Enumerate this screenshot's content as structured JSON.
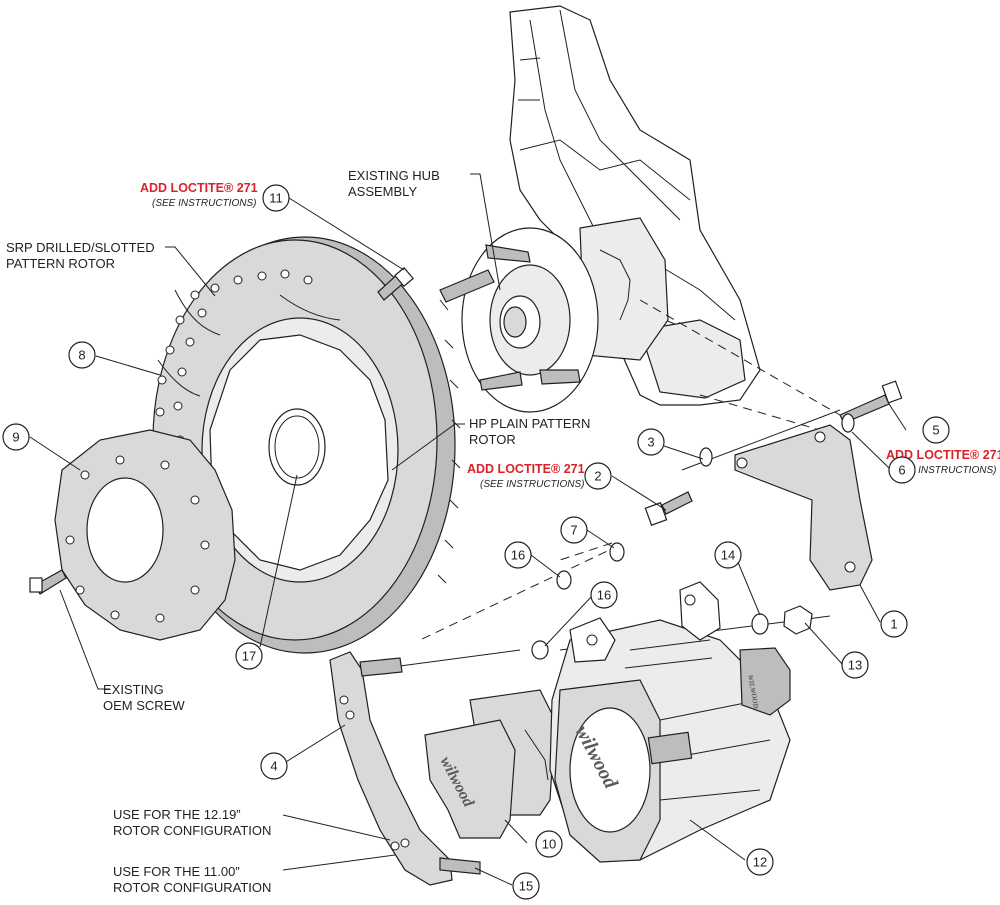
{
  "labels": {
    "loctite_11": "ADD LOCTITE® 271",
    "loctite_11_note": "(SEE INSTRUCTIONS)",
    "loctite_2": "ADD LOCTITE® 271",
    "loctite_2_note": "(SEE INSTRUCTIONS)",
    "loctite_5": "ADD LOCTITE® 271",
    "loctite_5_note": "(SEE INSTRUCTIONS)",
    "hub_line1": "EXISTING HUB",
    "hub_line2": "ASSEMBLY",
    "srp_line1": "SRP DRILLED/SLOTTED",
    "srp_line2": "PATTERN ROTOR",
    "hp_line1": "HP PLAIN PATTERN",
    "hp_line2": "ROTOR",
    "oem_line1": "EXISTING",
    "oem_line2": "OEM SCREW",
    "use1219_line1": "USE FOR THE 12.19”",
    "use1219_line2": "ROTOR CONFIGURATION",
    "use1100_line1": "USE FOR THE 11.00”",
    "use1100_line2": "ROTOR CONFIGURATION"
  },
  "callouts": [
    "1",
    "2",
    "3",
    "4",
    "5",
    "6",
    "7",
    "8",
    "9",
    "10",
    "11",
    "12",
    "13",
    "14",
    "15",
    "16",
    "16",
    "17"
  ],
  "brand": {
    "caliper": "wilwood",
    "pad": "wilwood",
    "small": "WILWOOD"
  },
  "colors": {
    "line": "#231f20",
    "accent_red": "#d8232a",
    "fill_gray": "#d9d9d9"
  }
}
